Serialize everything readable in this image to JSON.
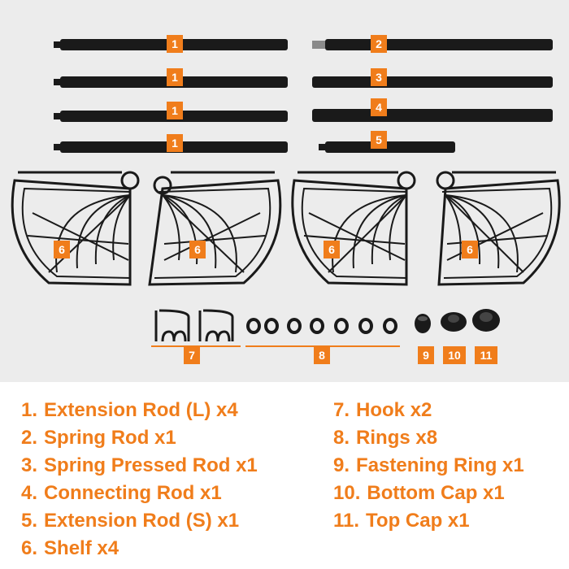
{
  "parts": [
    {
      "num": "1",
      "name": "Extension Rod (L) x4"
    },
    {
      "num": "2",
      "name": "Spring Rod x1"
    },
    {
      "num": "3",
      "name": "Spring Pressed Rod x1"
    },
    {
      "num": "4",
      "name": "Connecting Rod x1"
    },
    {
      "num": "5",
      "name": "Extension Rod (S) x1"
    },
    {
      "num": "6",
      "name": "Shelf x4"
    },
    {
      "num": "7",
      "name": "Hook x2"
    },
    {
      "num": "8",
      "name": "Rings x8"
    },
    {
      "num": "9",
      "name": "Fastening Ring x1"
    },
    {
      "num": "10",
      "name": "Bottom Cap x1"
    },
    {
      "num": "11",
      "name": "Top Cap x1"
    }
  ],
  "colors": {
    "accent": "#f07d1b",
    "hardware": "#1a1a1a",
    "background": "#ececec"
  }
}
